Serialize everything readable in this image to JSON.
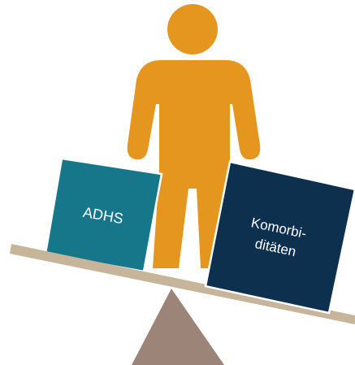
{
  "colors": {
    "person": "#e4961e",
    "box_left": "#16768a",
    "box_right": "#0e304f",
    "beam": "#c7b59b",
    "fulcrum": "#9c8478",
    "background": "#ffffff"
  },
  "icons": {
    "person": "person-icon"
  },
  "labels": {
    "left_box": "ADHS",
    "right_box_line1": "Komorbi-",
    "right_box_line2": "ditäten"
  }
}
